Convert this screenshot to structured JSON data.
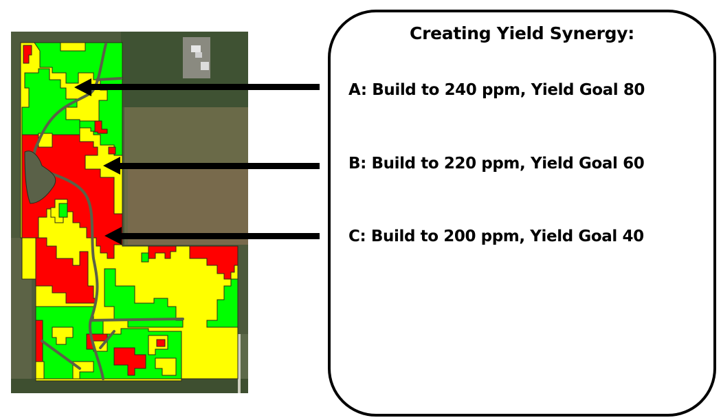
{
  "title": "Creating Yield Synergy:",
  "zones": [
    {
      "id": "A",
      "label": "A: Build to 240 ppm, Yield Goal 80",
      "build_ppm": 240,
      "yield_goal": 80,
      "color": "#00ff00",
      "color_name": "green"
    },
    {
      "id": "B",
      "label": "B: Build to 220 ppm, Yield Goal 60",
      "build_ppm": 220,
      "yield_goal": 60,
      "color": "#ffff00",
      "color_name": "yellow"
    },
    {
      "id": "C",
      "label": "C: Build to 200 ppm, Yield Goal 40",
      "build_ppm": 200,
      "yield_goal": 40,
      "color": "#ff0000",
      "color_name": "red"
    }
  ],
  "map": {
    "description": "Aerial satellite image of a farm field overlaid with green, yellow and red management zones",
    "colors": {
      "green": "#00ff00",
      "yellow": "#ffff00",
      "red": "#ff0000",
      "background": "#4a5a3a",
      "waterway": "#5a6148"
    }
  }
}
